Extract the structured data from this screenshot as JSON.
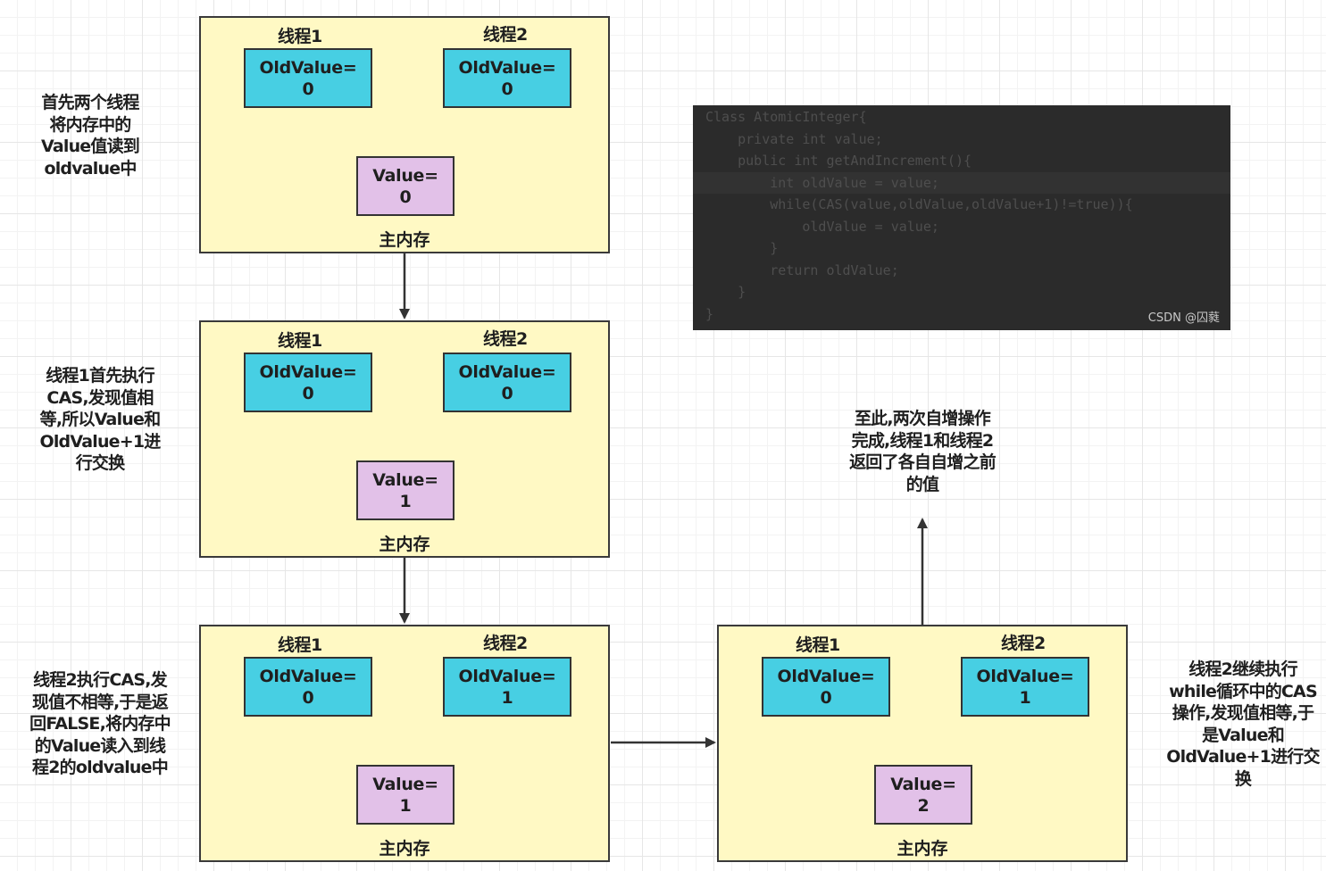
{
  "blocks": [
    {
      "thread1_label": "线程1",
      "thread2_label": "线程2",
      "old1_label": "OldValue=",
      "old1_value": "0",
      "old2_label": "OldValue=",
      "old2_value": "0",
      "value_label": "Value=",
      "value_value": "0",
      "memory_label": "主内存"
    },
    {
      "thread1_label": "线程1",
      "thread2_label": "线程2",
      "old1_label": "OldValue=",
      "old1_value": "0",
      "old2_label": "OldValue=",
      "old2_value": "0",
      "value_label": "Value=",
      "value_value": "1",
      "memory_label": "主内存"
    },
    {
      "thread1_label": "线程1",
      "thread2_label": "线程2",
      "old1_label": "OldValue=",
      "old1_value": "0",
      "old2_label": "OldValue=",
      "old2_value": "1",
      "value_label": "Value=",
      "value_value": "1",
      "memory_label": "主内存"
    },
    {
      "thread1_label": "线程1",
      "thread2_label": "线程2",
      "old1_label": "OldValue=",
      "old1_value": "0",
      "old2_label": "OldValue=",
      "old2_value": "1",
      "value_label": "Value=",
      "value_value": "2",
      "memory_label": "主内存"
    }
  ],
  "captions": {
    "step1": [
      "首先两个线程",
      "将内存中的",
      "Value值读到",
      "oldvalue中"
    ],
    "step2": [
      "线程1首先执行",
      "CAS,发现值相",
      "等,所以Value和",
      "OldValue+1进",
      "行交换"
    ],
    "step3": [
      "线程2执行CAS,发",
      "现值不相等,于是返",
      "回FALSE,将内存中",
      "的Value读入到线",
      "程2的oldvalue中"
    ],
    "step4": [
      "线程2继续执行",
      "while循环中的CAS",
      "操作,发现值相等,于",
      "是Value和",
      "OldValue+1进行交",
      "换"
    ],
    "conclusion": [
      "至此,两次自增操作",
      "完成,线程1和线程2",
      "返回了各自自增之前",
      "的值"
    ]
  },
  "code": {
    "lines": [
      "Class AtomicInteger{",
      "    private int value;",
      "    public int getAndIncrement(){",
      "        int oldValue = value;",
      "        while(CAS(value,oldValue,oldValue+1)!=true)){",
      "            oldValue = value;",
      "        }",
      "        return oldValue;",
      "    }",
      "}"
    ],
    "highlighted_line": 3,
    "watermark": "CSDN @囚蕤"
  },
  "colors": {
    "block_fill": "#fff9c4",
    "oldvalue_fill": "#47cfe3",
    "value_fill": "#e2c1e8",
    "code_background": "#2b2b2b",
    "line_color": "#333333"
  }
}
